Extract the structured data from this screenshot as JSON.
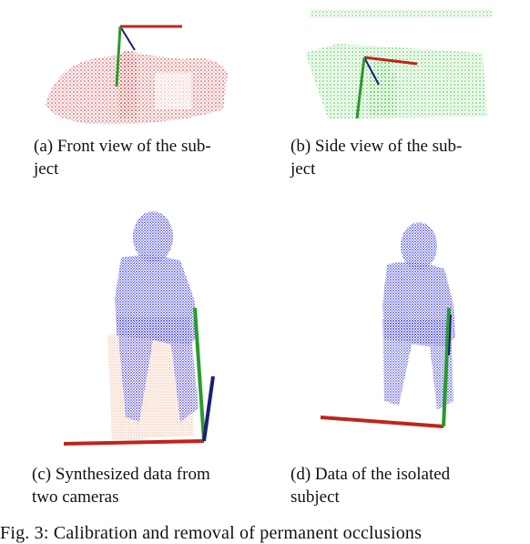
{
  "panels": [
    {
      "id": "a",
      "caption_line1": "(a) Front view of the sub-",
      "caption_line2": "ject",
      "cloud_color": "#e03a3a"
    },
    {
      "id": "b",
      "caption_line1": "(b) Side view of the sub-",
      "caption_line2": "ject",
      "cloud_color": "#33cc33"
    },
    {
      "id": "c",
      "caption_line1": "(c) Synthesized data from",
      "caption_line2": "two cameras",
      "cloud_color": "#3a3ae0"
    },
    {
      "id": "d",
      "caption_line1": "(d) Data of the isolated",
      "caption_line2": "subject",
      "cloud_color": "#3a3ae0"
    }
  ],
  "axis_colors": {
    "x": "#c0241c",
    "y": "#2a9a2a",
    "z": "#1c1c7a"
  },
  "figure_caption": "Fig. 3: Calibration and removal of permanent occlusions"
}
